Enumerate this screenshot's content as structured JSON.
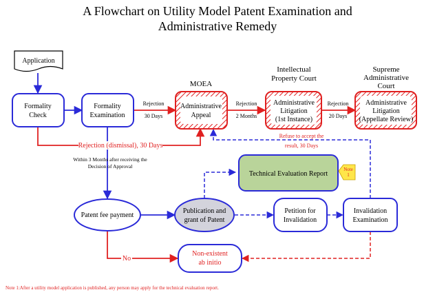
{
  "title_line1": "A Flowchart on Utility Model Patent Examination and",
  "title_line2": "Administrative Remedy",
  "nodes": {
    "application": "Application",
    "formality_check": [
      "Formality",
      "Check"
    ],
    "formality_exam": [
      "Formality",
      "Examination"
    ],
    "admin_appeal": [
      "Administrative",
      "Appeal"
    ],
    "litigation_1": [
      "Administrative",
      "Litigation",
      "(1st Instance)"
    ],
    "litigation_2": [
      "Administrative",
      "Litigation",
      "(Appellate Review)"
    ],
    "tech_eval": "Technical Evaluation Report",
    "note_tag": [
      "Note",
      "1"
    ],
    "patent_fee": "Patent fee payment",
    "publication": [
      "Publication and",
      "grant of Patent"
    ],
    "petition": [
      "Petition for",
      "Invalidation"
    ],
    "invalidation_exam": [
      "Invalidation",
      "Examination"
    ],
    "non_existent": [
      "Non-existent",
      "ab initio"
    ]
  },
  "headers": {
    "moea": "MOEA",
    "ip_court": [
      "Intellectual",
      "Property Court"
    ],
    "supreme_court": [
      "Supreme",
      "Administrative",
      "Court"
    ]
  },
  "edge_labels": {
    "rejection_30": [
      "Rejection",
      "30 Days"
    ],
    "rejection_2m": [
      "Rejection",
      "2 Months"
    ],
    "rejection_20": [
      "Rejection",
      "20 Days"
    ],
    "rejection_dismissal": "Rejection (dismissal), 30 Days",
    "refuse_accept": [
      "Refuse to accept the",
      "result, 30 Days"
    ],
    "within_3_months": [
      "Within 3 Months after receiving the",
      "Decision of Approval"
    ],
    "no": "No"
  },
  "footnote": "Note 1:After a utility model application is published, any person may apply for the technical evaluation report.",
  "colors": {
    "blue": "#2a2ad8",
    "red": "#e02020",
    "green_fill": "#b9d49a",
    "note_fill": "#ffe64a"
  }
}
